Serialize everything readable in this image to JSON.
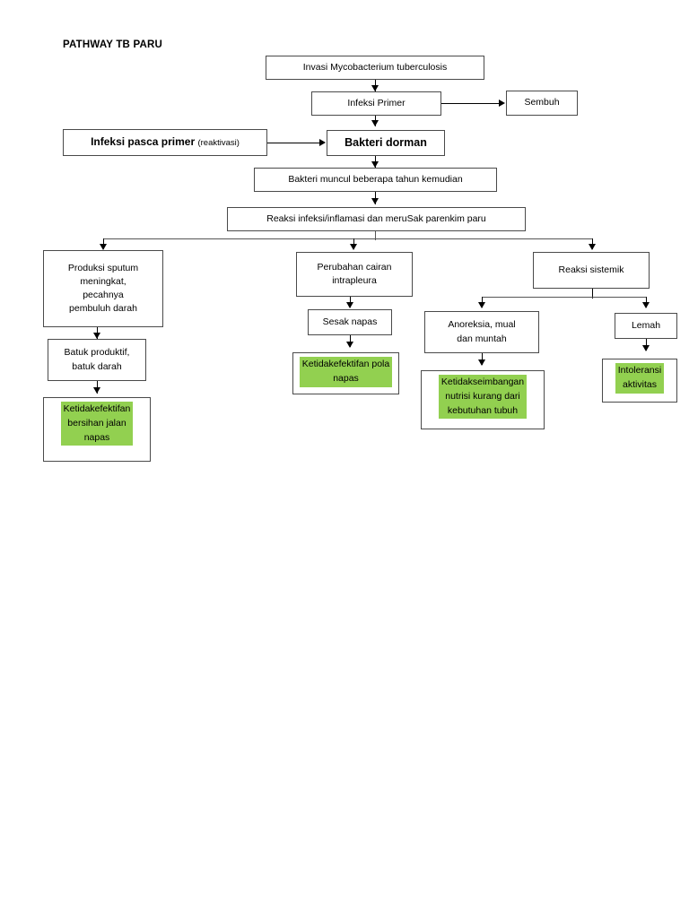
{
  "document": {
    "title": "PATHWAY TB PARU",
    "highlight_color": "#92D050",
    "box_border_color": "#4A4A4A",
    "connector_color": "#000000",
    "page_background": "#FFFFFF"
  },
  "chart_data": {
    "type": "diagram",
    "title": "PATHWAY TB PARU",
    "nodes": [
      {
        "id": "n1",
        "label": "Invasi Mycobacterium tuberculosis",
        "style": "plain"
      },
      {
        "id": "n2",
        "label": "Infeksi Primer",
        "style": "plain"
      },
      {
        "id": "n3",
        "label": "Sembuh",
        "style": "plain"
      },
      {
        "id": "n4",
        "label": "Infeksi pasca primer (reaktivasi)",
        "style": "emphasis"
      },
      {
        "id": "n5",
        "label": "Bakteri dorman",
        "style": "emphasis-bold"
      },
      {
        "id": "n6",
        "label": "Bakteri muncul beberapa tahun kemudian",
        "style": "plain"
      },
      {
        "id": "n7",
        "label": "Reaksi infeksi/inflamasi dan meruSak parenkim paru",
        "style": "plain"
      },
      {
        "id": "n8",
        "label": "Produksi sputum meningkat, pecahnya pembuluh darah",
        "style": "plain"
      },
      {
        "id": "n9",
        "label": "Perubahan cairan intrapleura",
        "style": "plain"
      },
      {
        "id": "n10",
        "label": "Reaksi sistemik",
        "style": "plain"
      },
      {
        "id": "n11",
        "label": "Batuk produktif, batuk darah",
        "style": "plain"
      },
      {
        "id": "n12",
        "label": "Sesak napas",
        "style": "plain"
      },
      {
        "id": "n13",
        "label": "Anoreksia, mual dan muntah",
        "style": "plain"
      },
      {
        "id": "n14",
        "label": "Lemah",
        "style": "plain"
      },
      {
        "id": "n15",
        "label": "Ketidakefektifan bersihan jalan napas",
        "style": "highlighted"
      },
      {
        "id": "n16",
        "label": "Ketidakefektifan pola napas",
        "style": "highlighted"
      },
      {
        "id": "n17",
        "label": "Ketidakseimbangan nutrisi kurang dari kebutuhan tubuh",
        "style": "highlighted"
      },
      {
        "id": "n18",
        "label": "Intoleransi aktivitas",
        "style": "highlighted"
      }
    ],
    "edges": [
      {
        "from": "n1",
        "to": "n2"
      },
      {
        "from": "n2",
        "to": "n3"
      },
      {
        "from": "n2",
        "to": "n5"
      },
      {
        "from": "n4",
        "to": "n5"
      },
      {
        "from": "n5",
        "to": "n6"
      },
      {
        "from": "n6",
        "to": "n7"
      },
      {
        "from": "n7",
        "to": "n8"
      },
      {
        "from": "n7",
        "to": "n9"
      },
      {
        "from": "n7",
        "to": "n10"
      },
      {
        "from": "n8",
        "to": "n11"
      },
      {
        "from": "n11",
        "to": "n15"
      },
      {
        "from": "n9",
        "to": "n12"
      },
      {
        "from": "n12",
        "to": "n16"
      },
      {
        "from": "n10",
        "to": "n13"
      },
      {
        "from": "n10",
        "to": "n14"
      },
      {
        "from": "n13",
        "to": "n17"
      },
      {
        "from": "n14",
        "to": "n18"
      }
    ]
  },
  "nodes": {
    "invasi": {
      "text": "Invasi Mycobacterium tuberculosis"
    },
    "infeksi_primer": {
      "text": "Infeksi Primer"
    },
    "sembuh": {
      "text": "Sembuh"
    },
    "pasca_primer": {
      "text": "Infeksi pasca primer ",
      "note": "(reaktivasi)"
    },
    "bakteri_dorman": {
      "text": "Bakteri dorman"
    },
    "bakteri_muncul": {
      "text": "Bakteri muncul beberapa tahun kemudian"
    },
    "reaksi_infeksi": {
      "text": "Reaksi infeksi/inflamasi dan meruSak parenkim paru"
    },
    "produksi_sputum": {
      "text": "Produksi sputum\nmeningkat,\npecahnya\npembuluh darah"
    },
    "perubahan_cairan": {
      "text": "Perubahan cairan\nintrapleura"
    },
    "reaksi_sistemik": {
      "text": "Reaksi sistemik"
    },
    "batuk_produktif": {
      "text": "Batuk produktif,\nbatuk darah"
    },
    "sesak_napas": {
      "text": "Sesak napas"
    },
    "anoreksia": {
      "text": "Anoreksia, mual\ndan muntah"
    },
    "lemah": {
      "text": "Lemah"
    },
    "bersihan_jalan": {
      "text": "Ketidakefektifan\nbersihan jalan\nnapas"
    },
    "pola_napas": {
      "text": "Ketidakefektifan pola\nnapas"
    },
    "nutrisi": {
      "text": "Ketidakseimbangan\nnutrisi kurang dari\nkebutuhan tubuh"
    },
    "intoleransi": {
      "text": "Intoleransi\naktivitas"
    }
  }
}
